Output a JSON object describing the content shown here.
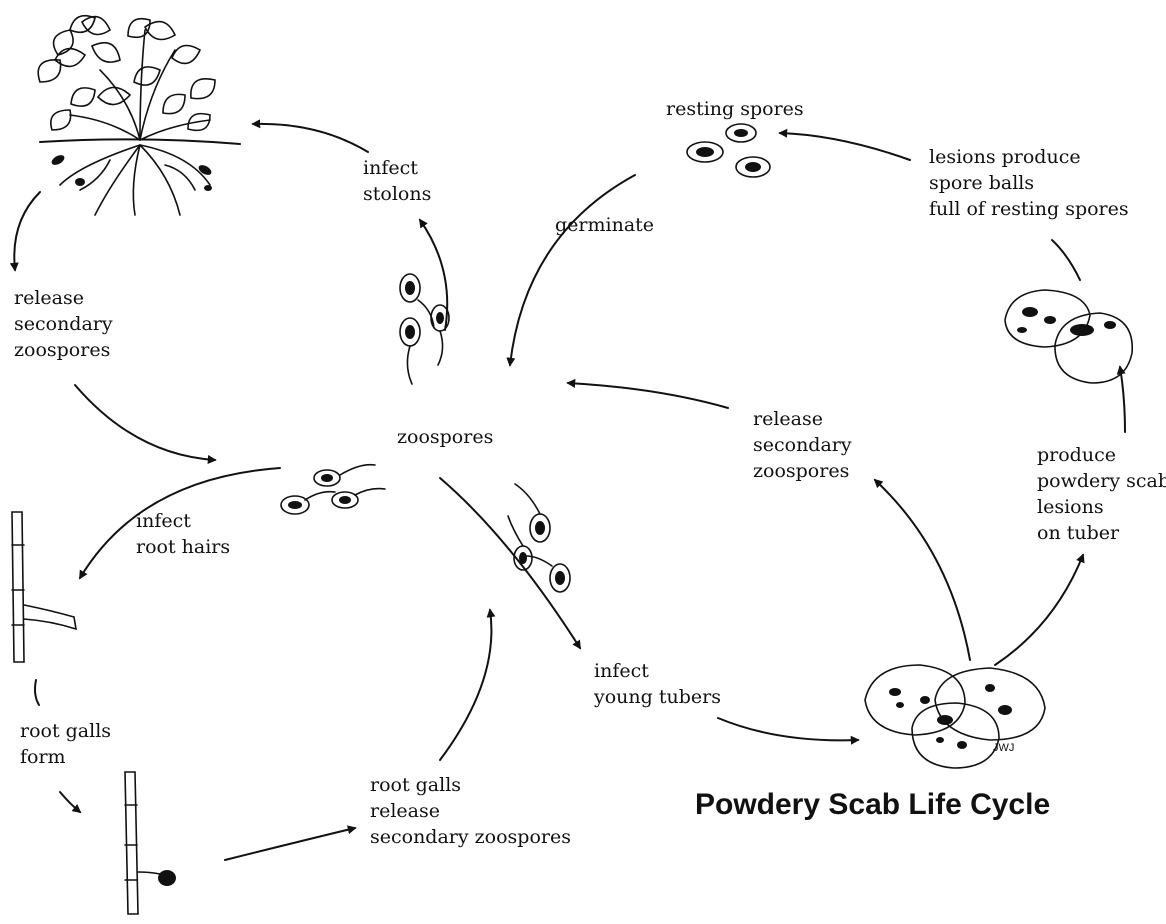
{
  "title": "Powdery Scab Life Cycle",
  "signature": "JWJ",
  "colors": {
    "ink": "#111111",
    "background": "#ffffff"
  },
  "labels": {
    "infect_stolons": [
      "infect",
      "stolons"
    ],
    "resting_spores": [
      "resting spores"
    ],
    "lesions_produce": [
      "lesions produce",
      "spore balls",
      "full of resting spores"
    ],
    "germinate": [
      "germinate"
    ],
    "release_secondary_top": [
      "release",
      "secondary",
      "zoospores"
    ],
    "zoospores": [
      "zoospores"
    ],
    "release_secondary_right": [
      "release",
      "secondary",
      "zoospores"
    ],
    "produce_lesions": [
      "produce",
      "powdery scab",
      "lesions",
      "on tuber"
    ],
    "infect_root_hairs": [
      "infect",
      "root hairs"
    ],
    "root_galls_form": [
      "root galls",
      "form"
    ],
    "infect_young_tubers": [
      "infect",
      "young tubers"
    ],
    "root_galls_release": [
      "root galls",
      "release",
      "secondary zoospores"
    ]
  }
}
